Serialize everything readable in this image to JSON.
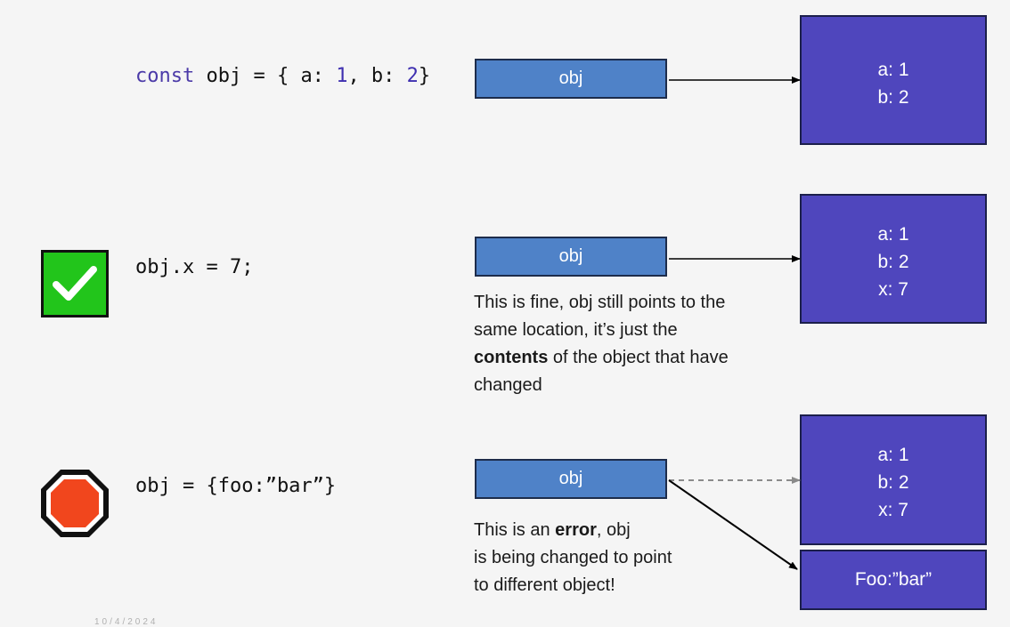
{
  "row1": {
    "code_keyword": "const",
    "code_rest_1": " obj = { a: ",
    "code_num_a": "1",
    "code_rest_2": ", b: ",
    "code_num_b": "2",
    "code_rest_3": "}",
    "ref_label": "obj",
    "object_lines": [
      "a: 1",
      "b: 2"
    ]
  },
  "row2": {
    "code": "obj.x = 7;",
    "ref_label": "obj",
    "object_lines": [
      "a: 1",
      "b: 2",
      "x: 7"
    ],
    "note_line1": "This is fine, obj still points to the",
    "note_line2": "same location, it’s just the",
    "note_bold": "contents",
    "note_line3_rest": " of the object that have",
    "note_line4": "changed",
    "status_icon": "check-icon"
  },
  "row3": {
    "code": "obj = {foo:”bar”}",
    "ref_label": "obj",
    "object_lines": [
      "a: 1",
      "b: 2",
      "x: 7"
    ],
    "new_object_label": "Foo:”bar”",
    "note_line1_pre": "This is an ",
    "note_bold": "error",
    "note_line1_post": ", obj",
    "note_line2": "is being changed to point",
    "note_line3": "to different object!",
    "status_icon": "stop-sign-icon"
  },
  "footer": {
    "date": "10/4/2024"
  },
  "colors": {
    "background": "#f5f5f5",
    "reference_box": "#4f82c8",
    "object_box": "#4f46bd",
    "check_green": "#22c51b",
    "stop_red": "#f1461d"
  }
}
